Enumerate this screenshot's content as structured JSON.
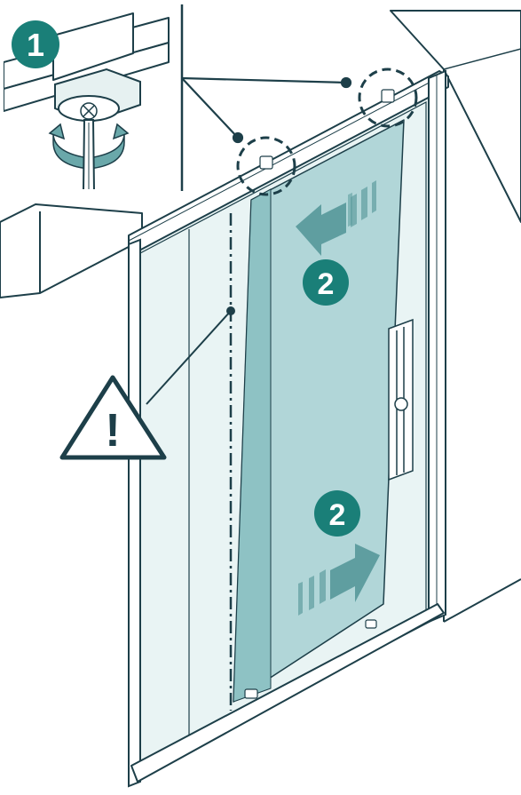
{
  "diagram": {
    "steps": {
      "step1": "1",
      "step2_top": "2",
      "step2_bottom": "2"
    },
    "warning_symbol": "!",
    "icons": [
      "screwdriver-icon",
      "rotate-arrows-icon",
      "warning-icon",
      "slide-arrow-left-icon",
      "slide-arrow-right-icon"
    ],
    "colors": {
      "outline": "#1d3f49",
      "teal_badge": "#1a7f78",
      "glass_fill": "#9cc9cc",
      "glass_light": "#e8f4f4",
      "arrow": "#5f9ea0",
      "badge_text": "#ffffff"
    }
  }
}
